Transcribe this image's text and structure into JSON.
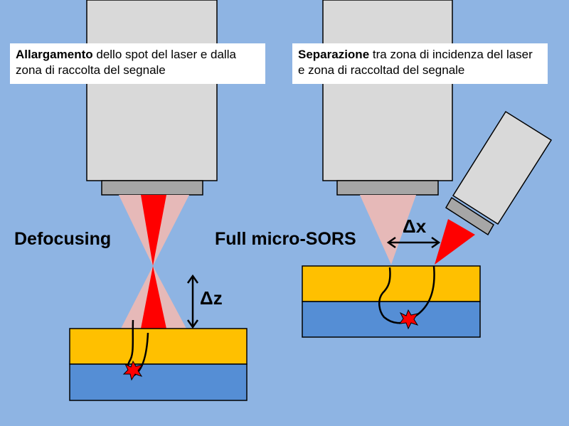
{
  "left_panel": {
    "caption_bold": "Allargamento",
    "caption_rest": " dello spot del laser e dalla zona di raccolta del segnale",
    "technique_label": "Defocusing",
    "offset_label": "Δz"
  },
  "right_panel": {
    "caption_bold": "Separazione",
    "caption_rest": " tra zona di incidenza del laser e zona di raccoltad del segnale",
    "technique_label": "Full micro-SORS",
    "offset_label": "Δx"
  },
  "colors": {
    "background": "#8eb4e3",
    "objective": "#d9d9d9",
    "objective_tip": "#a6a6a6",
    "collection_cone": "#e6b9b8",
    "laser": "#ff0000",
    "top_layer": "#ffc000",
    "bottom_layer": "#558ed5"
  }
}
